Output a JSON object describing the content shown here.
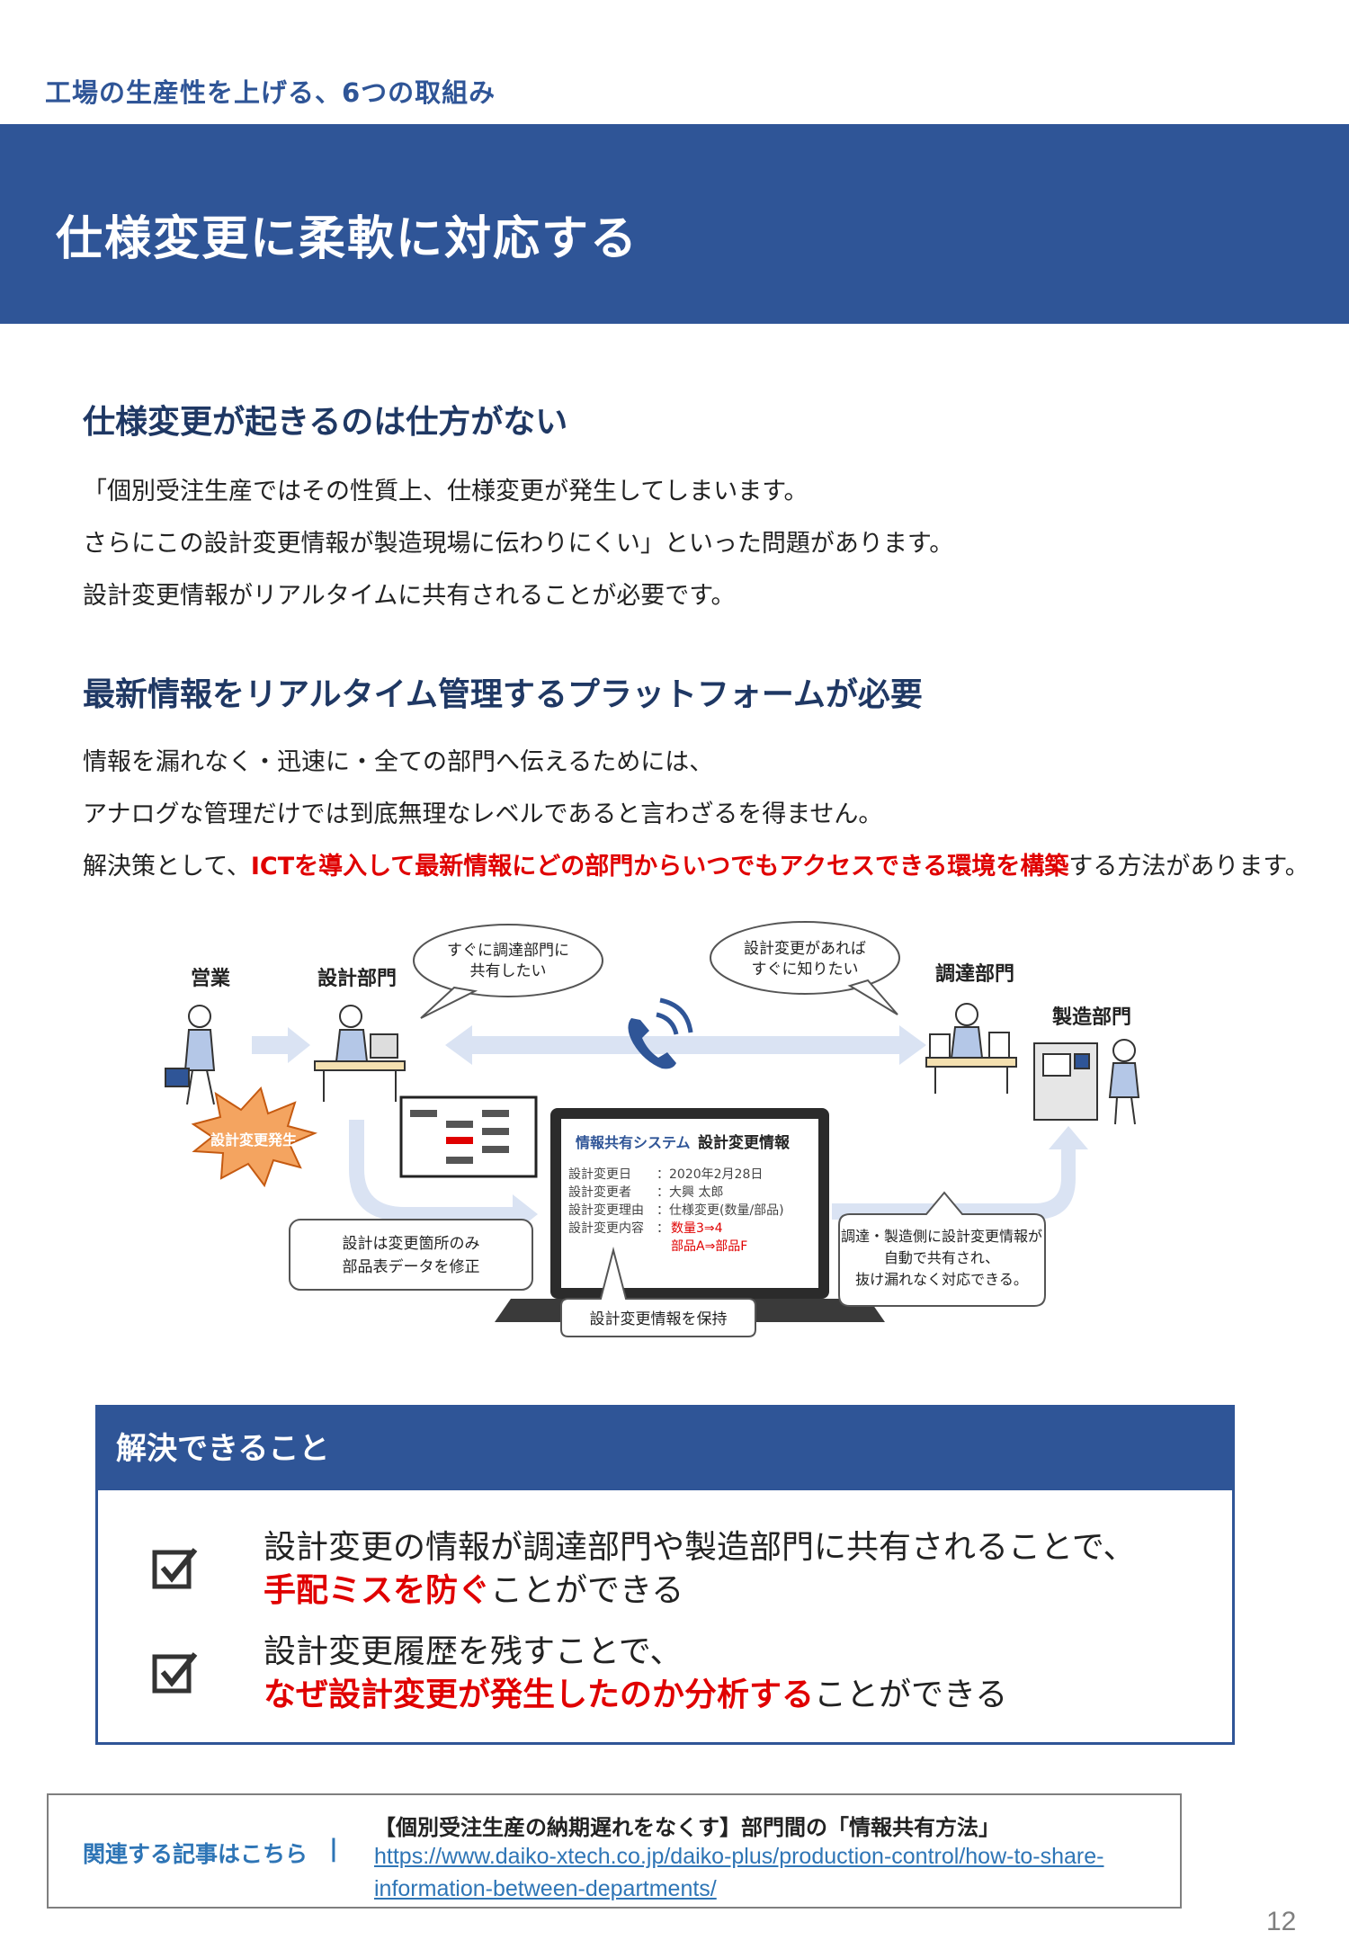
{
  "header": {
    "category": "工場の生産性を上げる、6つの取組み",
    "title": "仕様変更に柔軟に対応する"
  },
  "section1": {
    "heading": "仕様変更が起きるのは仕方がない",
    "lines": [
      "「個別受注生産ではその性質上、仕様変更が発生してしまいます。",
      "さらにこの設計変更情報が製造現場に伝わりにくい」といった問題があります。",
      "設計変更情報がリアルタイムに共有されることが必要です。"
    ]
  },
  "section2": {
    "heading": "最新情報をリアルタイム管理するプラットフォームが必要",
    "lines": [
      "情報を漏れなく・迅速に・全ての部門へ伝えるためには、",
      "アナログな管理だけでは到底無理なレベルであると言わざるを得ません。"
    ],
    "line3_prefix": "解決策として、",
    "line3_highlight": "ICTを導入して最新情報にどの部門からいつでもアクセスできる環境を構築",
    "line3_suffix": "する方法があります。"
  },
  "figure": {
    "sales": "営業",
    "design": "設計部門",
    "procurement": "調達部門",
    "manufacturing": "製造部門",
    "bubble_design_1": "すぐに調達部門に",
    "bubble_design_2": "共有したい",
    "bubble_proc_1": "設計変更があれば",
    "bubble_proc_2": "すぐに知りたい",
    "burst": "設計変更発生",
    "note_left_1": "設計は変更箇所のみ",
    "note_left_2": "部品表データを修正",
    "note_right_1": "調達・製造側に設計変更情報が",
    "note_right_2": "自動で共有され、",
    "note_right_3": "抜け漏れなく対応できる。",
    "note_center": "設計変更情報を保持",
    "screen_system": "情報共有システム",
    "screen_title": "設計変更情報",
    "screen_rows": [
      {
        "label": "設計変更日",
        "value": "：2020年2月28日"
      },
      {
        "label": "設計変更者",
        "value": "：大興 太郎"
      },
      {
        "label": "設計変更理由",
        "value": "：仕様変更(数量/部品)"
      },
      {
        "label": "設計変更内容",
        "value": "："
      }
    ],
    "change_1": "数量3⇒4",
    "change_2": "部品A⇒部品F",
    "colors": {
      "band": "#2f5597",
      "arrow": "#dae3f3",
      "burst": "#f4a460",
      "red": "#e00000"
    }
  },
  "solve": {
    "heading": "解決できること",
    "items": [
      {
        "line1": "設計変更の情報が調達部門や製造部門に共有されることで、",
        "highlight": "手配ミスを防ぐ",
        "suffix": "ことができる"
      },
      {
        "line1": "設計変更履歴を残すことで、",
        "highlight": "なぜ設計変更が発生したのか分析する",
        "suffix": "ことができる"
      }
    ]
  },
  "related": {
    "label": "関連する記事はこちら",
    "separator": "|",
    "title": "【個別受注生産の納期遅れをなくす】部門間の「情報共有方法」",
    "url": "https://www.daiko-xtech.co.jp/daiko-plus/production-control/how-to-share-information-between-departments/"
  },
  "page_number": "12"
}
